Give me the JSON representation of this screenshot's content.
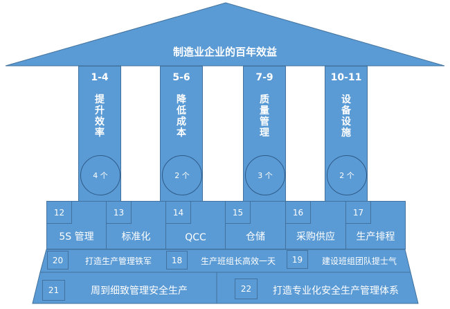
{
  "colors": {
    "fill": "#5b9bd5",
    "border": "#41719c",
    "circle_border": "#2e5a87",
    "text": "#ffffff"
  },
  "roof": {
    "title": "制造业企业的百年效益"
  },
  "pillars": [
    {
      "range": "1-4",
      "title": [
        "提",
        "升",
        "效",
        "率"
      ],
      "count": "4 个"
    },
    {
      "range": "5-6",
      "title": [
        "降",
        "低",
        "成",
        "本"
      ],
      "count": "2 个"
    },
    {
      "range": "7-9",
      "title": [
        "质",
        "量",
        "管",
        "理"
      ],
      "count": "3 个"
    },
    {
      "range": "10-11",
      "title": [
        "设",
        "备",
        "设",
        "施"
      ],
      "count": "2 个"
    }
  ],
  "base_row1": [
    {
      "num": "12",
      "label": "5S 管理"
    },
    {
      "num": "13",
      "label": "标准化"
    },
    {
      "num": "14",
      "label": "QCC"
    },
    {
      "num": "15",
      "label": "仓储"
    },
    {
      "num": "16",
      "label": "采购供应"
    },
    {
      "num": "17",
      "label": "生产排程"
    }
  ],
  "base_row2": [
    {
      "num": "20",
      "label": "打造生产管理铁军"
    },
    {
      "num": "18",
      "label": "生产班组长高效一天"
    },
    {
      "num": "19",
      "label": "建设班组团队提士气"
    }
  ],
  "base_row3": [
    {
      "num": "21",
      "label": "周到细致管理安全生产"
    },
    {
      "num": "22",
      "label": "打造专业化安全生产管理体系"
    }
  ]
}
